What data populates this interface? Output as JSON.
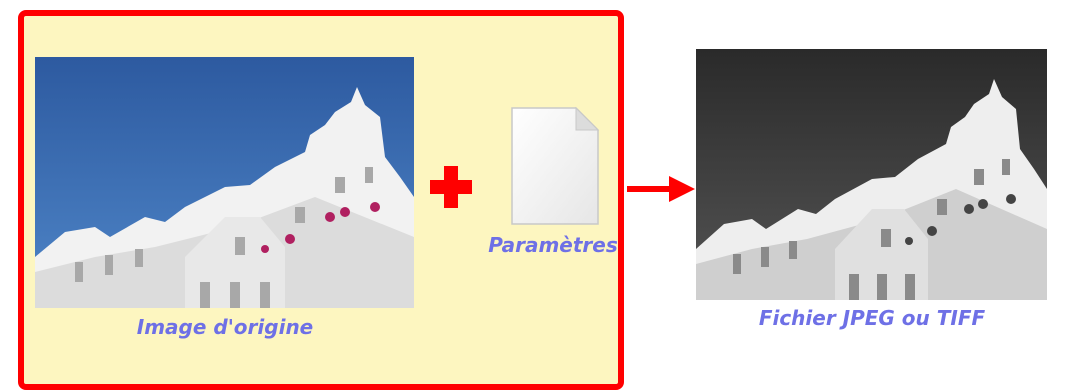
{
  "original_image": {
    "caption": "Image d'origine"
  },
  "settings": {
    "caption": "Paramètres",
    "icon": "document-icon"
  },
  "operator": {
    "icon": "plus-icon",
    "color": "#ff0000"
  },
  "flow": {
    "icon": "arrow-right-icon",
    "color": "#ff0000"
  },
  "output": {
    "caption": "Fichier JPEG ou TIFF"
  },
  "colors": {
    "panel_bg": "#fdf6c0",
    "panel_border": "#ff0000",
    "caption": "#6e70e6"
  }
}
